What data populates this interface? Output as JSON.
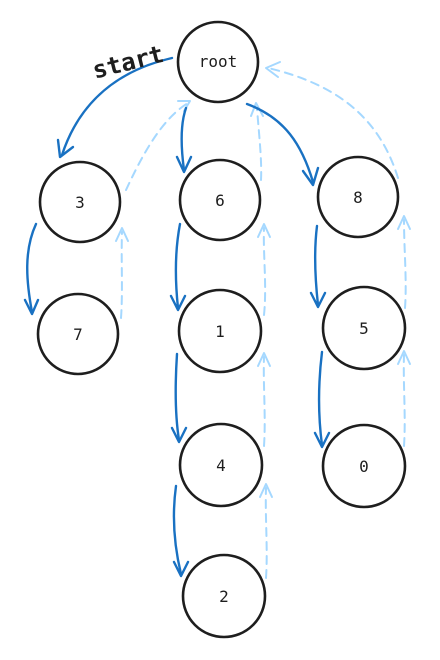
{
  "diagram": {
    "start_label": "start",
    "nodes": {
      "root": "root",
      "n3": "3",
      "n7": "7",
      "n6": "6",
      "n1": "1",
      "n4": "4",
      "n2": "2",
      "n8": "8",
      "n5": "5",
      "n0": "0"
    }
  },
  "colors": {
    "down_edge": "#1971c2",
    "up_edge": "#a5d8ff",
    "node_stroke": "#1e1e1e"
  }
}
